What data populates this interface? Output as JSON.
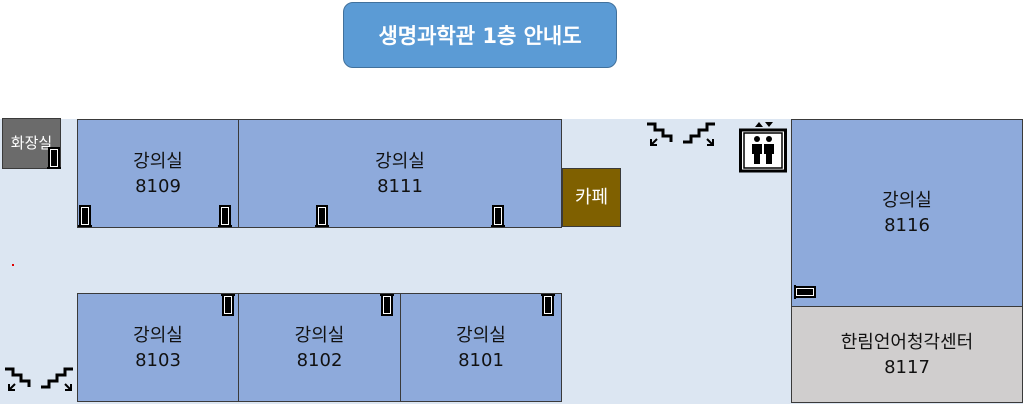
{
  "title": "생명과학관 1층 안내도",
  "rooms": {
    "r8109": {
      "name": "강의실",
      "number": "8109"
    },
    "r8111": {
      "name": "강의실",
      "number": "8111"
    },
    "r8103": {
      "name": "강의실",
      "number": "8103"
    },
    "r8102": {
      "name": "강의실",
      "number": "8102"
    },
    "r8101": {
      "name": "강의실",
      "number": "8101"
    },
    "r8116": {
      "name": "강의실",
      "number": "8116"
    },
    "r8117": {
      "name": "한림언어청각센터",
      "number": "8117"
    },
    "cafe": {
      "name": "카페"
    },
    "restroom": {
      "name": "화장실"
    }
  },
  "colors": {
    "lecture_room": "#8eaadb",
    "corridor": "#dce6f2",
    "cafe": "#7f6000",
    "center": "#d0cece",
    "restroom": "#6b6b6b",
    "title_bg": "#5b9bd5"
  },
  "icons": [
    "door-icon",
    "stairs-icon",
    "elevator-icon"
  ]
}
